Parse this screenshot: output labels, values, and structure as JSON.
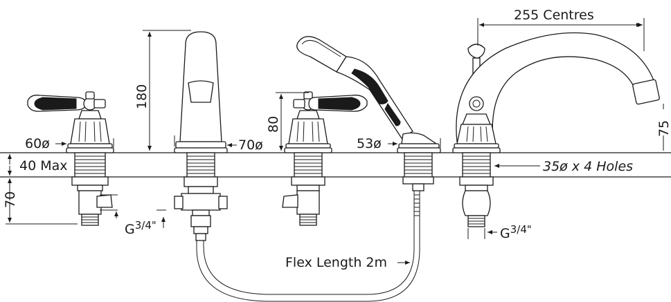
{
  "labels": {
    "centres": "255 Centres",
    "spout_height": "180",
    "handle_height": "80",
    "spout_reach": "75",
    "handle_base_dia": "60ø",
    "spout_base_dia": "70ø",
    "shower_base_dia": "53ø",
    "deck_max": "40 Max",
    "holes": "35ø x 4 Holes",
    "below_deck": "70",
    "thread_left_prefix": "G",
    "thread_left_fraction": "3/4\"",
    "thread_right_prefix": "G",
    "thread_right_fraction": "3/4\"",
    "flex": "Flex Length 2m"
  }
}
